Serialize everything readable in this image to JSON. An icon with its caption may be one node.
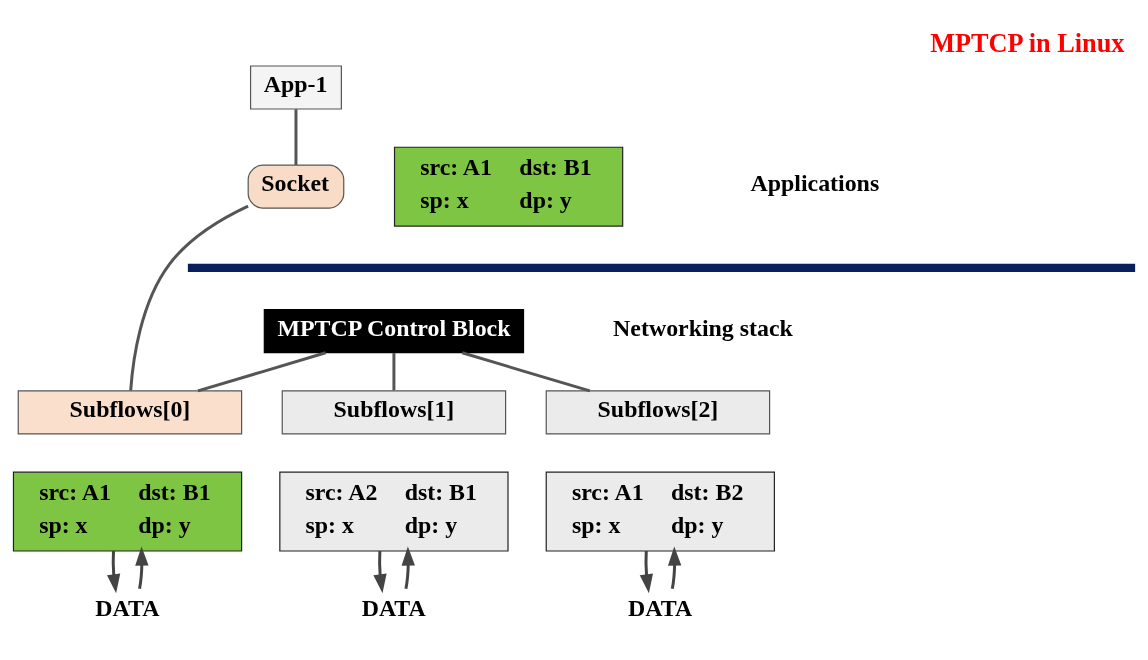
{
  "diagram": {
    "title": "MPTCP in Linux",
    "nodes": [
      {
        "text": [
          "App-1"
        ]
      },
      {
        "text": [
          "Socket"
        ]
      },
      {
        "text": [
          "src: A1",
          "dst: B1",
          "sp: x",
          "dp: y"
        ]
      },
      {
        "text": [
          "MPTCP Control Block"
        ]
      },
      {
        "text": [
          "Subflows[0]"
        ]
      },
      {
        "text": [
          "Subflows[1]"
        ]
      },
      {
        "text": [
          "Subflows[2]"
        ]
      },
      {
        "text": [
          "src: A1",
          "dst: B1",
          "sp: x",
          "dp: y"
        ]
      },
      {
        "text": [
          "src: A2",
          "dst: B1",
          "sp: x",
          "dp: y"
        ]
      },
      {
        "text": [
          "src: A1",
          "dst: B2",
          "sp: x",
          "dp: y"
        ]
      },
      {
        "text": [
          "DATA"
        ]
      },
      {
        "text": [
          "DATA"
        ]
      },
      {
        "text": [
          "DATA"
        ]
      }
    ],
    "edges": [
      {
        "from": 0,
        "to": 1,
        "arrow": "none"
      },
      {
        "from": 1,
        "to": 4,
        "arrow": "none"
      },
      {
        "from": 3,
        "to": 4,
        "arrow": "none"
      },
      {
        "from": 3,
        "to": 5,
        "arrow": "none"
      },
      {
        "from": 3,
        "to": 6,
        "arrow": "none"
      },
      {
        "from": 7,
        "to": 10,
        "arrow": "to"
      },
      {
        "from": 10,
        "to": 7,
        "arrow": "to"
      },
      {
        "from": 8,
        "to": 11,
        "arrow": "to"
      },
      {
        "from": 11,
        "to": 8,
        "arrow": "to"
      },
      {
        "from": 9,
        "to": 12,
        "arrow": "to"
      },
      {
        "from": 12,
        "to": 9,
        "arrow": "to"
      }
    ],
    "labels": [
      "Applications",
      "Networking stack"
    ]
  }
}
